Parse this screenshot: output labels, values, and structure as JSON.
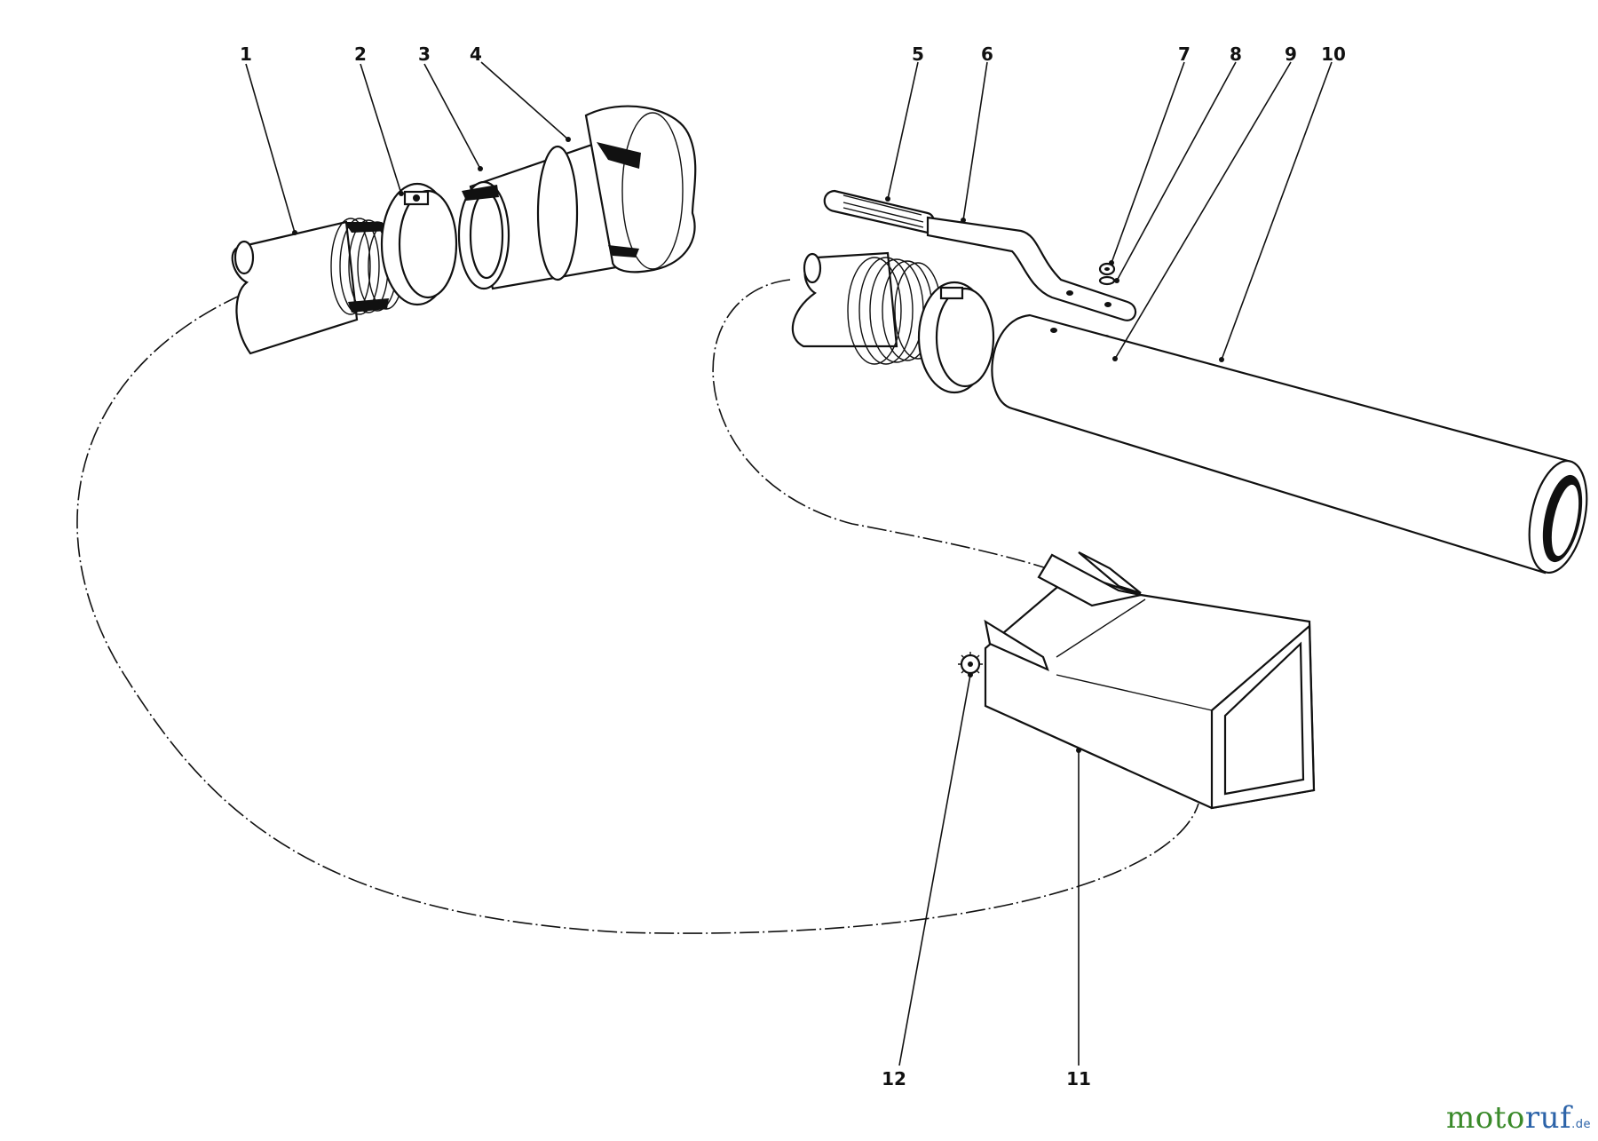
{
  "callouts": {
    "c1": "1",
    "c2": "2",
    "c3": "3",
    "c4": "4",
    "c5": "5",
    "c6": "6",
    "c7": "7",
    "c8": "8",
    "c9": "9",
    "c10": "10",
    "c11": "11",
    "c12": "12"
  },
  "watermark": {
    "text_a": "moto",
    "text_b": "ruf",
    "tld": ".de",
    "color_a": "#3a8a2a",
    "color_b": "#2c63a8"
  }
}
